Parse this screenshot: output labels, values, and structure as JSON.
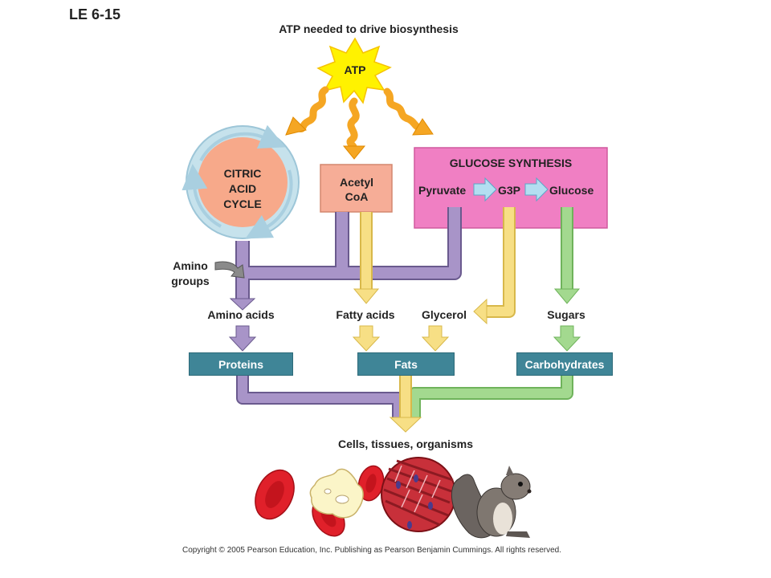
{
  "figure_label": "LE 6-15",
  "atp": {
    "header": "ATP needed to drive biosynthesis",
    "burst_label": "ATP"
  },
  "citric_cycle": {
    "label_lines": [
      "CITRIC",
      "ACID",
      "CYCLE"
    ]
  },
  "acetyl_coa": {
    "label_lines": [
      "Acetyl",
      "CoA"
    ]
  },
  "glucose_synthesis": {
    "title": "GLUCOSE SYNTHESIS",
    "steps": [
      "Pyruvate",
      "G3P",
      "Glucose"
    ]
  },
  "amino_groups": {
    "label_lines": [
      "Amino",
      "groups"
    ]
  },
  "monomers": [
    "Amino acids",
    "Fatty acids",
    "Glycerol",
    "Sugars"
  ],
  "polymers": [
    "Proteins",
    "Fats",
    "Carbohydrates"
  ],
  "output_label": "Cells, tissues, organisms",
  "copyright": "Copyright © 2005 Pearson Education, Inc. Publishing as Pearson Benjamin Cummings. All rights reserved.",
  "colors": {
    "purple_arrow": "#a894c8",
    "yellow_arrow": "#f7df85",
    "green_arrow": "#a3d98f",
    "atp_burst": "#fff200",
    "squiggle": "#f5a623",
    "citric_fill": "#f7a98a",
    "citric_ring": "#c6e2ec",
    "acetyl_fill": "#f6ad97",
    "glucose_fill": "#f07fc3",
    "polymer_box": "#3f8597"
  },
  "icons": [
    "atp-burst-icon",
    "energy-squiggle-icon",
    "red-blood-cell-icon",
    "fat-cell-icon",
    "muscle-tissue-icon",
    "squirrel-icon"
  ]
}
